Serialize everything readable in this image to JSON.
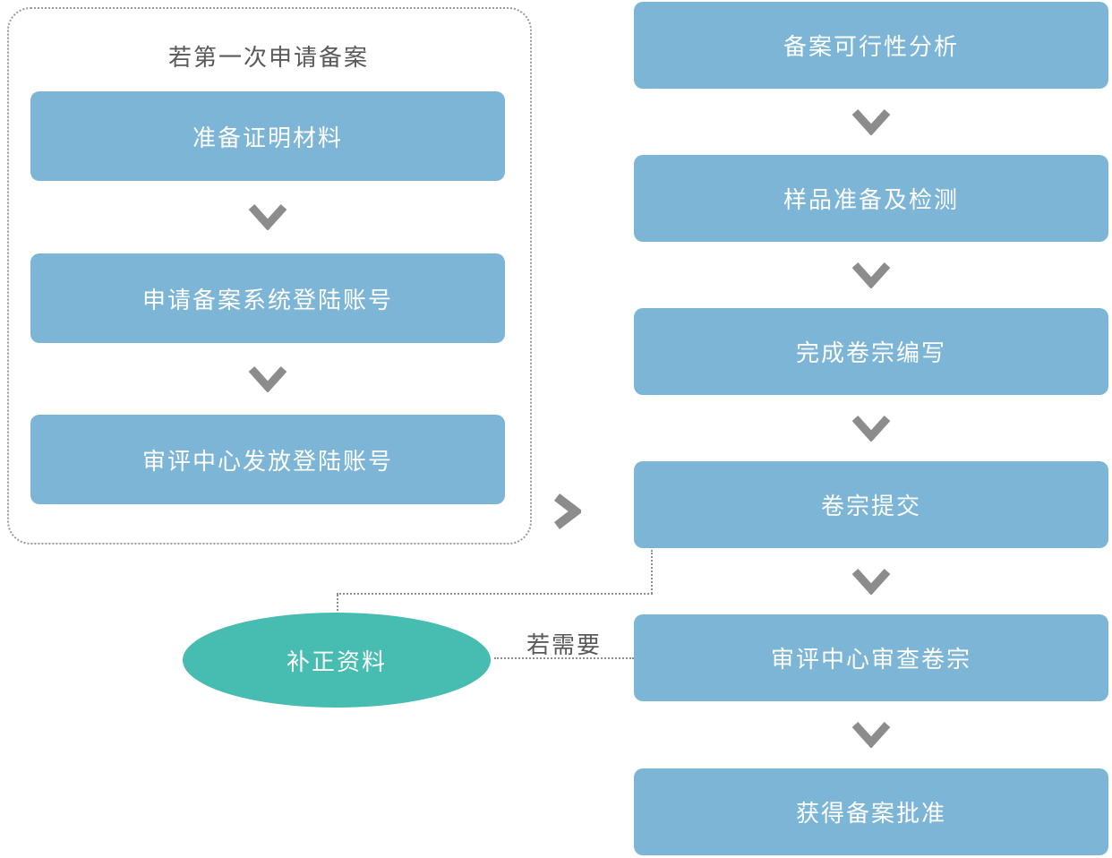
{
  "colors": {
    "process_box_blue": "#7db5d6",
    "supplement_ellipse_teal": "#47bcb1",
    "arrow_gray": "#8c8c8c",
    "label_text_gray": "#595959",
    "box_text_white": "#ffffff",
    "dotted_line_gray": "#8f8f8f"
  },
  "first_time_panel": {
    "title": "若第一次申请备案",
    "steps": [
      "准备证明材料",
      "申请备案系统登陆账号",
      "审评中心发放登陆账号"
    ]
  },
  "main_flow": {
    "steps": [
      "备案可行性分析",
      "样品准备及检测",
      "完成卷宗编写",
      "卷宗提交",
      "审评中心审查卷宗",
      "获得备案批准"
    ]
  },
  "supplement": {
    "label": "补正资料",
    "condition": "若需要"
  },
  "icons": {
    "down_arrow": "chevron-down-icon",
    "right_arrow": "chevron-right-icon"
  }
}
